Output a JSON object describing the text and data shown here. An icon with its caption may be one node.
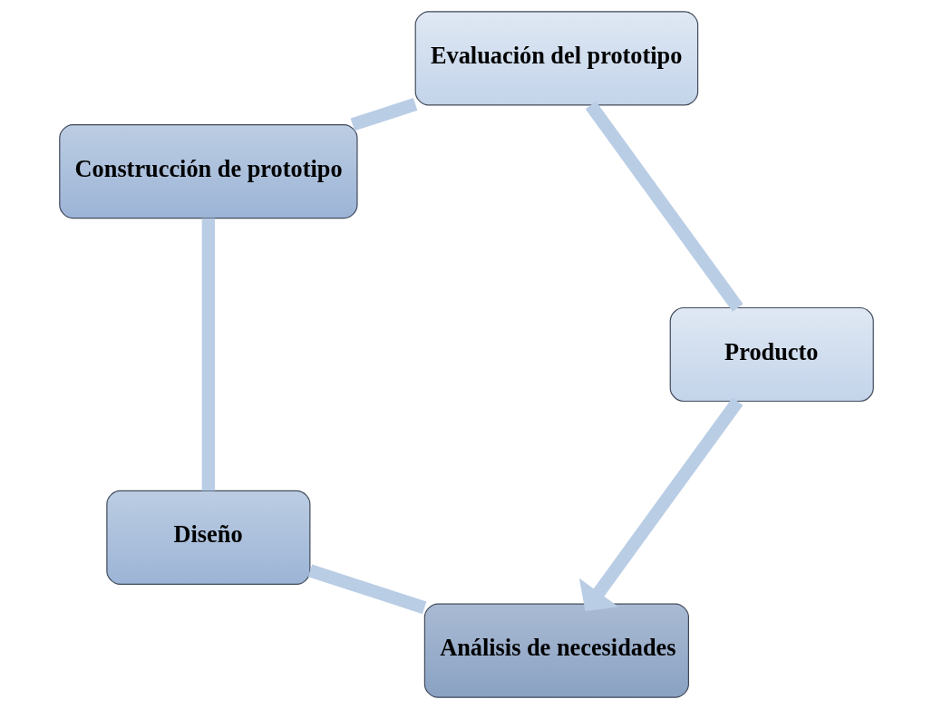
{
  "diagram": {
    "nodes": [
      {
        "text": [
          "Análisis de necesidades"
        ]
      },
      {
        "text": [
          "Diseño"
        ]
      },
      {
        "text": [
          "Construcción de prototipo"
        ]
      },
      {
        "text": [
          "Evaluación del prototipo"
        ]
      },
      {
        "text": [
          "Producto"
        ]
      }
    ],
    "edges": [
      {
        "from": 0,
        "to": 1,
        "arrow": "none"
      },
      {
        "from": 1,
        "to": 2,
        "arrow": "none"
      },
      {
        "from": 2,
        "to": 3,
        "arrow": "none"
      },
      {
        "from": 3,
        "to": 4,
        "arrow": "none"
      },
      {
        "from": 4,
        "to": 0,
        "arrow": "to"
      }
    ]
  }
}
